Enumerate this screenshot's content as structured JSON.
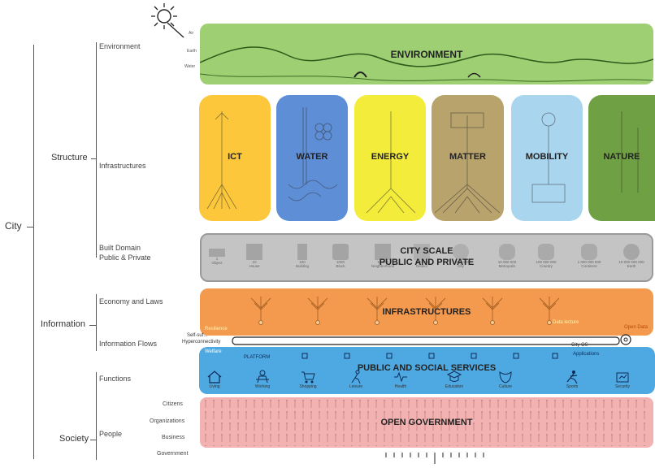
{
  "hierarchy": {
    "root": "City",
    "groups": [
      {
        "label": "Structure",
        "items": [
          "Environment",
          "Infrastructures",
          "Built Domain\nPublic & Private"
        ]
      },
      {
        "label": "Information",
        "items": [
          "Economy and Laws",
          "Information Flows"
        ]
      },
      {
        "label": "Society",
        "items": [
          "Functions",
          "People"
        ]
      }
    ],
    "people_sublabels": [
      "Citizens",
      "Organizations",
      "Business",
      "Government"
    ],
    "environment_sublabels": [
      "Air",
      "Earth",
      "Water"
    ]
  },
  "bands": {
    "environment": {
      "title": "ENVIRONMENT",
      "color": "#8dc85a"
    },
    "city_scale": {
      "title_line1": "CITY SCALE",
      "title_line2": "PUBLIC AND PRIVATE",
      "color": "#c4c4c4"
    },
    "infrastructures": {
      "title": "INFRASTRUCTURES",
      "color": "#f39a4e"
    },
    "public_services": {
      "title": "PUBLIC AND SOCIAL SERVICES",
      "color": "#4ea9e2"
    },
    "open_government": {
      "title": "OPEN GOVERNMENT",
      "color": "#f2b2b2"
    }
  },
  "pillars": [
    {
      "name": "ICT",
      "color": "#fcc73a"
    },
    {
      "name": "WATER",
      "color": "#5d8ed6"
    },
    {
      "name": "ENERGY",
      "color": "#f3ec3a"
    },
    {
      "name": "MATTER",
      "color": "#b9a36d"
    },
    {
      "name": "MOBILITY",
      "color": "#a9d5ef"
    },
    {
      "name": "NATURE",
      "color": "#6fa043"
    }
  ],
  "info_flow_labels": {
    "resilience": "Resilience",
    "self_sufficiency": "Self-suf...",
    "hyperconnectivity": "Hyperconnectivity",
    "welfare": "Welfare",
    "platform": "PLATFORM",
    "data_lecture": "Data lecture",
    "open_data": "Open Data",
    "city_os": "City OS",
    "applications": "Applications"
  },
  "service_icons": [
    "Living",
    "Working",
    "Shopping",
    "Leisure",
    "Health",
    "Education",
    "Culture",
    "Sports",
    "Security"
  ],
  "scale_items": [
    {
      "value": "1",
      "label": "Object"
    },
    {
      "value": "10",
      "label": "House"
    },
    {
      "value": "100",
      "label": "Building"
    },
    {
      "value": "1000",
      "label": "Block"
    },
    {
      "value": "10 000",
      "label": "Neighborhood"
    },
    {
      "value": "100 000",
      "label": "District"
    },
    {
      "value": "1 000 000",
      "label": "City"
    },
    {
      "value": "10 000 000",
      "label": "Metropolis"
    },
    {
      "value": "100 000 000",
      "label": "Country"
    },
    {
      "value": "1 000 000 000",
      "label": "Continent"
    },
    {
      "value": "10 000 000 000",
      "label": "Earth"
    }
  ]
}
